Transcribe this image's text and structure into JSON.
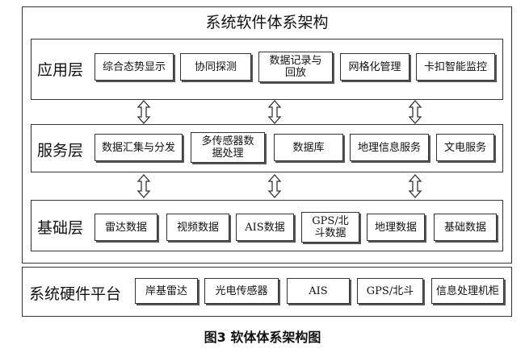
{
  "title": "系统软件体系架构",
  "layers": [
    {
      "name": "应用层",
      "modules": [
        "综合态势显示",
        "协同探测",
        "数据记录与回放",
        "网格化管理",
        "卡扣智能监控"
      ]
    },
    {
      "name": "服务层",
      "modules": [
        "数据汇集与分发",
        "多传感器数据处理",
        "数据库",
        "地理信息服务",
        "文电服务"
      ]
    },
    {
      "name": "基础层",
      "modules": [
        "雷达数据",
        "视频数据",
        "AIS数据",
        "GPS/北斗数据",
        "地理数据",
        "基础数据"
      ]
    }
  ],
  "hardware": {
    "name": "系统硬件平台",
    "modules": [
      "岸基雷达",
      "光电传感器",
      "AIS",
      "GPS/北斗",
      "信息处理机柜"
    ]
  },
  "caption": "图3  软体体系架构图",
  "arrow_icon": "double-vertical-arrow-icon"
}
